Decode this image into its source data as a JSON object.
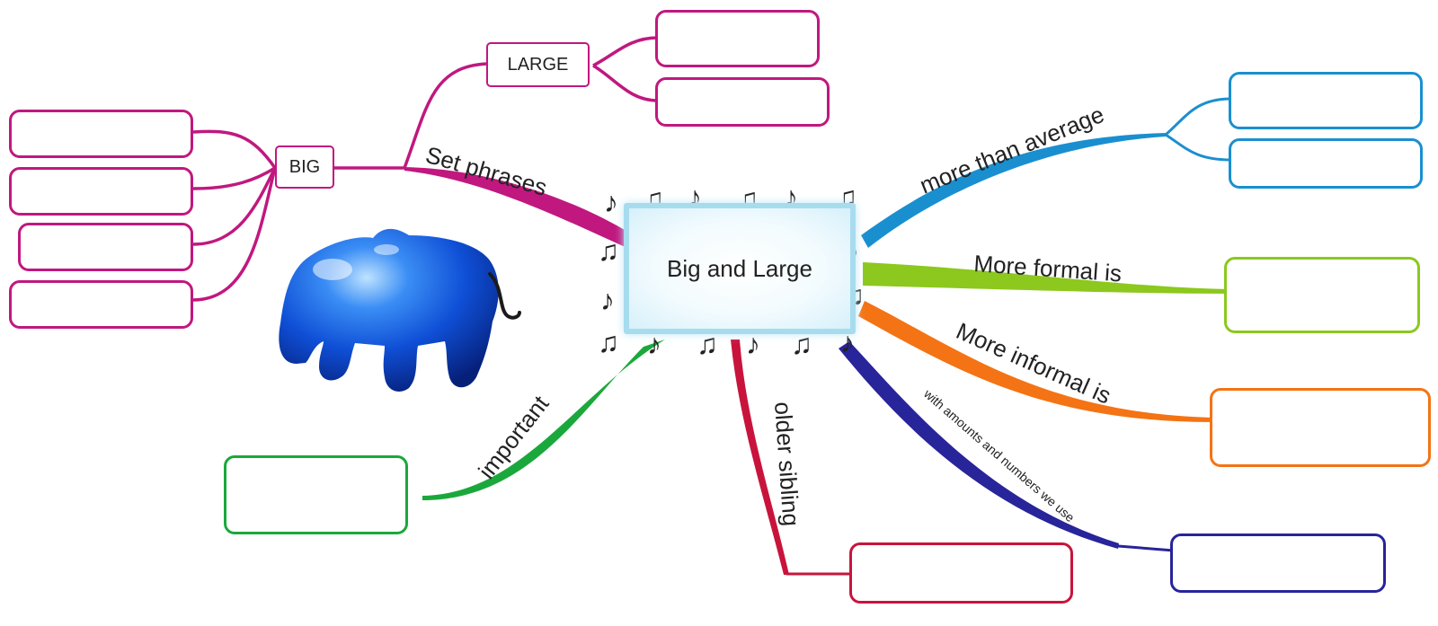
{
  "central_topic": "Big and Large",
  "colors": {
    "magenta": "#c0187f",
    "blue": "#1a8fd0",
    "lime": "#8cc81e",
    "orange": "#f47314",
    "indigo": "#28249a",
    "crimson": "#c8143c",
    "green": "#1aa83c",
    "elephant": "#1464e6"
  },
  "branches": {
    "set_phrases": {
      "label": "Set phrases",
      "sub_big": "BIG",
      "sub_large": "LARGE"
    },
    "more_than_average": {
      "label": "more than average"
    },
    "more_formal": {
      "label": "More formal is"
    },
    "more_informal": {
      "label": "More informal is"
    },
    "amounts_numbers": {
      "label": "with amounts and numbers we use"
    },
    "older_sibling": {
      "label": "older sibling"
    },
    "important": {
      "label": "important"
    }
  },
  "icons": [
    "elephant-icon",
    "music-note-icon"
  ]
}
